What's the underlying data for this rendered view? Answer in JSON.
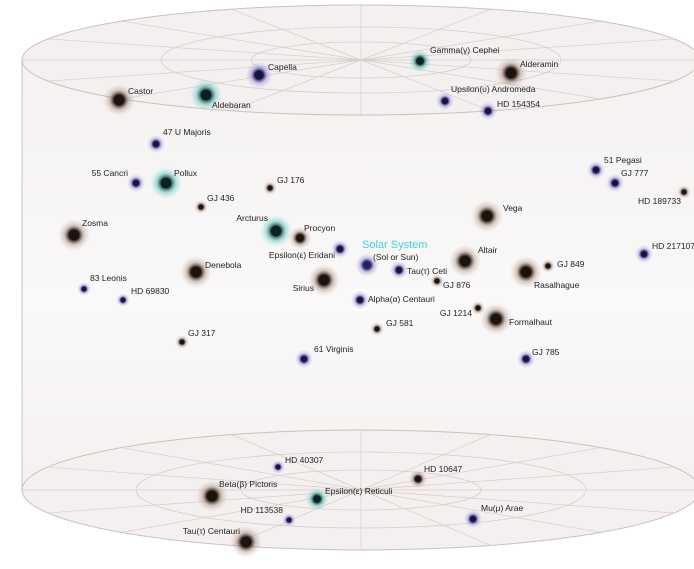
{
  "colors": {
    "cylinder_fill": "#f2eeee",
    "cylinder_line": "#c9b9b9",
    "highlight_label": "#3fd0e0",
    "glow_dark": "#8a6b5a",
    "glow_purple": "#8a78d8",
    "glow_teal": "#49b8b0"
  },
  "solar_system": {
    "title": "Solar System",
    "subtitle": "(Sol or Sun)"
  },
  "stars": [
    {
      "name": "Gamma(γ) Cephei",
      "kind": "teal",
      "size": 5
    },
    {
      "name": "Alderamin",
      "kind": "dark",
      "size": 7
    },
    {
      "name": "Capella",
      "kind": "purple",
      "size": 6
    },
    {
      "name": "Castor",
      "kind": "dark",
      "size": 7
    },
    {
      "name": "Aldebaran",
      "kind": "teal",
      "size": 7
    },
    {
      "name": "Upsilon(υ) Andromeda",
      "kind": "purple",
      "size": 4
    },
    {
      "name": "HD 154354",
      "kind": "purple",
      "size": 4
    },
    {
      "name": "47 U Majoris",
      "kind": "purple",
      "size": 4
    },
    {
      "name": "55 Cancri",
      "kind": "purple",
      "size": 4
    },
    {
      "name": "Pollux",
      "kind": "teal",
      "size": 7
    },
    {
      "name": "GJ 436",
      "kind": "dark",
      "size": 3
    },
    {
      "name": "GJ 176",
      "kind": "dark",
      "size": 3
    },
    {
      "name": "51 Pegasi",
      "kind": "purple",
      "size": 4
    },
    {
      "name": "GJ 777",
      "kind": "purple",
      "size": 4
    },
    {
      "name": "HD 189733",
      "kind": "dark",
      "size": 3
    },
    {
      "name": "Zosma",
      "kind": "dark",
      "size": 7
    },
    {
      "name": "Arcturus",
      "kind": "teal",
      "size": 7
    },
    {
      "name": "Procyon",
      "kind": "dark",
      "size": 5
    },
    {
      "name": "Vega",
      "kind": "dark",
      "size": 7
    },
    {
      "name": "HD 217107",
      "kind": "purple",
      "size": 4
    },
    {
      "name": "Epsilon(ε) Eridani",
      "kind": "purple",
      "size": 4
    },
    {
      "name": "Altair",
      "kind": "dark",
      "size": 7
    },
    {
      "name": "Denebola",
      "kind": "dark",
      "size": 7
    },
    {
      "name": "Tau(τ) Ceti",
      "kind": "purple",
      "size": 4
    },
    {
      "name": "GJ 849",
      "kind": "dark",
      "size": 3
    },
    {
      "name": "Sirius",
      "kind": "dark",
      "size": 7
    },
    {
      "name": "Rasalhague",
      "kind": "dark",
      "size": 7
    },
    {
      "name": "GJ 876",
      "kind": "dark",
      "size": 3
    },
    {
      "name": "83 Leonis",
      "kind": "purple",
      "size": 3
    },
    {
      "name": "HD 69830",
      "kind": "purple",
      "size": 3
    },
    {
      "name": "Alpha(α) Centauri",
      "kind": "purple",
      "size": 4
    },
    {
      "name": "GJ 1214",
      "kind": "dark",
      "size": 3
    },
    {
      "name": "Formalhaut",
      "kind": "dark",
      "size": 7
    },
    {
      "name": "GJ 581",
      "kind": "dark",
      "size": 3
    },
    {
      "name": "GJ 317",
      "kind": "dark",
      "size": 3
    },
    {
      "name": "61 Virginis",
      "kind": "purple",
      "size": 4
    },
    {
      "name": "GJ 785",
      "kind": "purple",
      "size": 4
    },
    {
      "name": "HD 40307",
      "kind": "purple",
      "size": 3
    },
    {
      "name": "HD 10647",
      "kind": "dark",
      "size": 4
    },
    {
      "name": "Beta(β) Pictoris",
      "kind": "dark",
      "size": 7
    },
    {
      "name": "Epsilon(ε) Reticuli",
      "kind": "teal",
      "size": 5
    },
    {
      "name": "HD 113538",
      "kind": "purple",
      "size": 3
    },
    {
      "name": "Mu(μ) Arae",
      "kind": "purple",
      "size": 4
    },
    {
      "name": "Tau(τ) Centauri",
      "kind": "dark",
      "size": 7
    }
  ]
}
